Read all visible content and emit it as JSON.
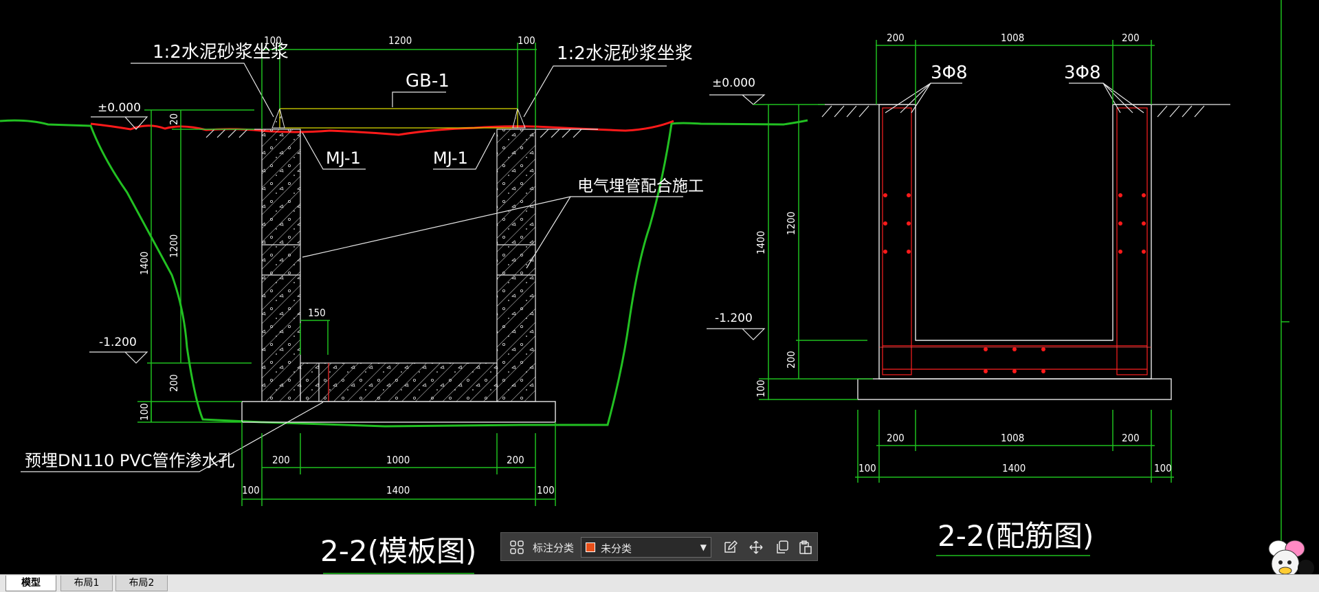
{
  "drawing": {
    "left": {
      "title": "2-2(模板图)",
      "callout_mortar_left": "1:2水泥砂浆坐浆",
      "callout_mortar_right": "1:2水泥砂浆坐浆",
      "cover_label": "GB-1",
      "embed_left": "MJ-1",
      "embed_right": "MJ-1",
      "electrical_note": "电气埋管配合施工",
      "pipe_note": "预埋DN110 PVC管作渗水孔",
      "elev_top": "±0.000",
      "elev_bottom": "-1.200",
      "dim_top_100a": "100",
      "dim_top_1200": "1200",
      "dim_top_100b": "100",
      "dim_v_20": "20",
      "dim_v_1200": "1200",
      "dim_v_1400": "1400",
      "dim_v_200": "200",
      "dim_v_100": "100",
      "dim_150": "150",
      "dim_b_200a": "200",
      "dim_b_1000": "1000",
      "dim_b_200b": "200",
      "dim_b_100a": "100",
      "dim_b_1400": "1400",
      "dim_b_100b": "100"
    },
    "right": {
      "title": "2-2(配筋图)",
      "rebar_left": "3Φ8",
      "rebar_right": "3Φ8",
      "elev_top": "±0.000",
      "elev_bottom": "-1.200",
      "dim_top_200a": "200",
      "dim_top_1008": "1008",
      "dim_top_200b": "200",
      "dim_v_1400": "1400",
      "dim_v_1200": "1200",
      "dim_v_200": "200",
      "dim_v_100": "100",
      "dim_b_200a": "200",
      "dim_b_1008": "1008",
      "dim_b_200b": "200",
      "dim_b_100a": "100",
      "dim_b_1400": "1400",
      "dim_b_100b": "100"
    }
  },
  "toolbar": {
    "label": "标注分类",
    "selected_category": "未分类",
    "category_color": "#e8501a",
    "icons": [
      "grid-icon",
      "edit-icon",
      "move-icon",
      "copy-icon",
      "paste-icon"
    ]
  },
  "tabs": [
    {
      "label": "模型",
      "active": true
    },
    {
      "label": "布局1",
      "active": false
    },
    {
      "label": "布局2",
      "active": false
    }
  ],
  "colors": {
    "background": "#000000",
    "dimension": "#1fbf1f",
    "rebar": "#ff2020",
    "ground_red": "#ff1a1a",
    "ground_green": "#22c022",
    "cover": "#e6e600"
  }
}
